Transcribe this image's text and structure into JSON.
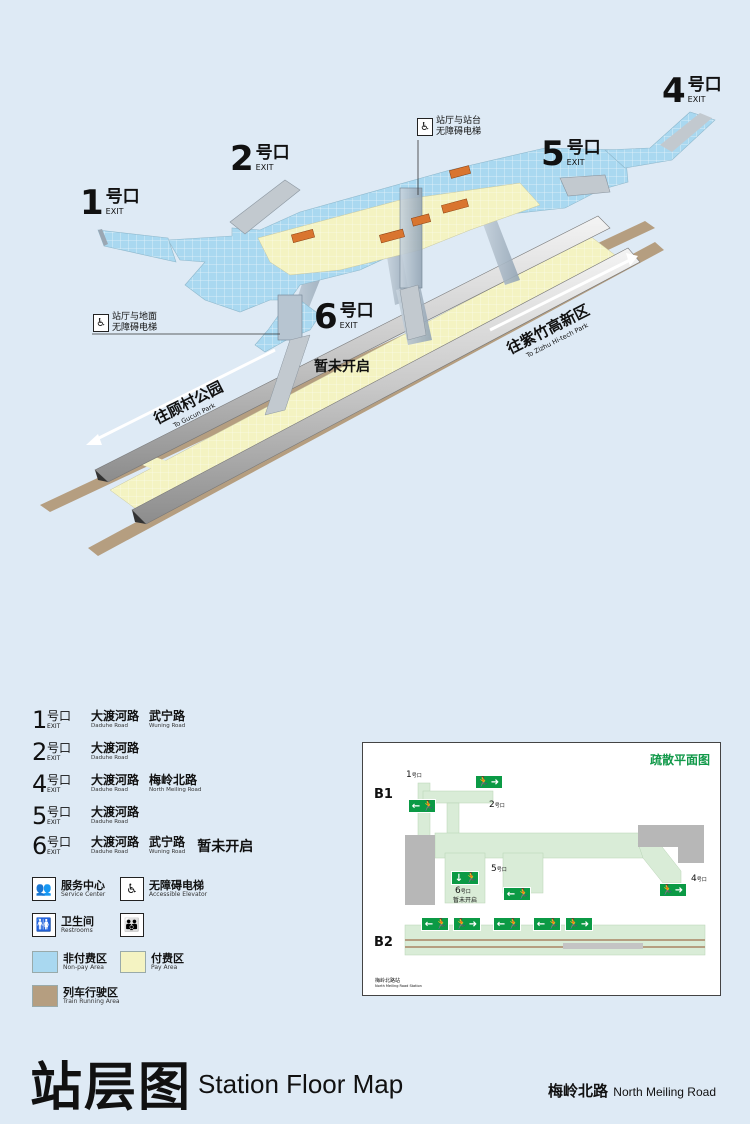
{
  "map3d": {
    "exits": [
      {
        "num": "1",
        "zh": "号口",
        "en": "EXIT"
      },
      {
        "num": "2",
        "zh": "号口",
        "en": "EXIT"
      },
      {
        "num": "4",
        "zh": "号口",
        "en": "EXIT"
      },
      {
        "num": "5",
        "zh": "号口",
        "en": "EXIT"
      },
      {
        "num": "6",
        "zh": "号口",
        "en": "EXIT"
      }
    ],
    "exit6_status": "暂未开启",
    "elevator_platform": [
      "站厅与站台",
      "无障碍电梯"
    ],
    "elevator_ground": [
      "站厅与地面",
      "无障碍电梯"
    ],
    "dir_left": {
      "zh": "往顾村公园",
      "en": "To Gucun Park"
    },
    "dir_right": {
      "zh": "往紫竹高新区",
      "en": "To Zizhu Hi-tech Park"
    }
  },
  "legend": {
    "exits": [
      {
        "num": "1",
        "zh": "号口",
        "en": "EXIT",
        "roads": [
          {
            "zh": "大渡河路",
            "en": "Daduhe Road"
          },
          {
            "zh": "武宁路",
            "en": "Wuning Road"
          }
        ]
      },
      {
        "num": "2",
        "zh": "号口",
        "en": "EXIT",
        "roads": [
          {
            "zh": "大渡河路",
            "en": "Daduhe Road"
          }
        ]
      },
      {
        "num": "4",
        "zh": "号口",
        "en": "EXIT",
        "roads": [
          {
            "zh": "大渡河路",
            "en": "Daduhe Road"
          },
          {
            "zh": "梅岭北路",
            "en": "North Meiling Road"
          }
        ]
      },
      {
        "num": "5",
        "zh": "号口",
        "en": "EXIT",
        "roads": [
          {
            "zh": "大渡河路",
            "en": "Daduhe Road"
          }
        ]
      },
      {
        "num": "6",
        "zh": "号口",
        "en": "EXIT",
        "roads": [
          {
            "zh": "大渡河路",
            "en": "Daduhe Road"
          },
          {
            "zh": "武宁路",
            "en": "Wuning Road"
          }
        ],
        "note": "暂未开启"
      }
    ],
    "service": {
      "zh": "服务中心",
      "en": "Service Center"
    },
    "elevator": {
      "zh": "无障碍电梯",
      "en": "Accessible Elevator"
    },
    "restroom": {
      "zh": "卫生间",
      "en": "Restrooms"
    },
    "nonpay": {
      "zh": "非付费区",
      "en": "Non-pay Area",
      "color": "#a9d8f0"
    },
    "pay": {
      "zh": "付费区",
      "en": "Pay Area",
      "color": "#f4f3c2"
    },
    "train": {
      "zh": "列车行驶区",
      "en": "Train Running Area",
      "color": "#b59e80"
    }
  },
  "inset": {
    "title": "疏散平面图",
    "b1": "B1",
    "b2": "B2",
    "station_zh": "梅岭北路站",
    "station_en": "North Meiling Road Station",
    "exit_labels": [
      {
        "num": "1",
        "zh": "号口"
      },
      {
        "num": "2",
        "zh": "号口"
      },
      {
        "num": "5",
        "zh": "号口"
      },
      {
        "num": "6",
        "zh": "号口"
      },
      {
        "num": "4",
        "zh": "号口"
      }
    ],
    "exit6_note": "暂未开启"
  },
  "footer": {
    "title_zh": "站层图",
    "title_en": "Station Floor Map",
    "station_zh": "梅岭北路",
    "station_en": "North Meiling Road"
  }
}
